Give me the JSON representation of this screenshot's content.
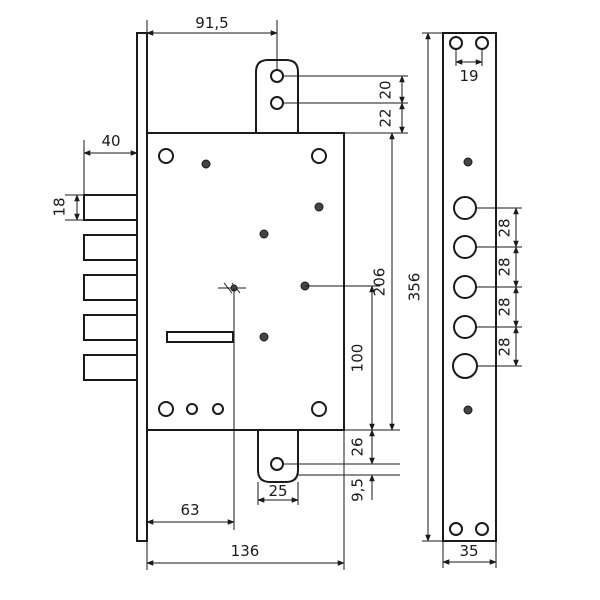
{
  "dimensions": {
    "top_offset": "91,5",
    "top_hole_spacing": "20",
    "top_plate_height": "22",
    "bolt_projection": "40",
    "bolt_height": "18",
    "height_206": "206",
    "height_100": "100",
    "bottom_plate_height": "26",
    "bottom_hole_offset": "9,5",
    "bottom_plate_width": "25",
    "backset": "63",
    "case_width": "136",
    "strike_hole_spacing": "19",
    "pitch_1": "28",
    "pitch_2": "28",
    "pitch_3": "28",
    "pitch_4": "28",
    "strike_height": "356",
    "strike_width": "35"
  }
}
